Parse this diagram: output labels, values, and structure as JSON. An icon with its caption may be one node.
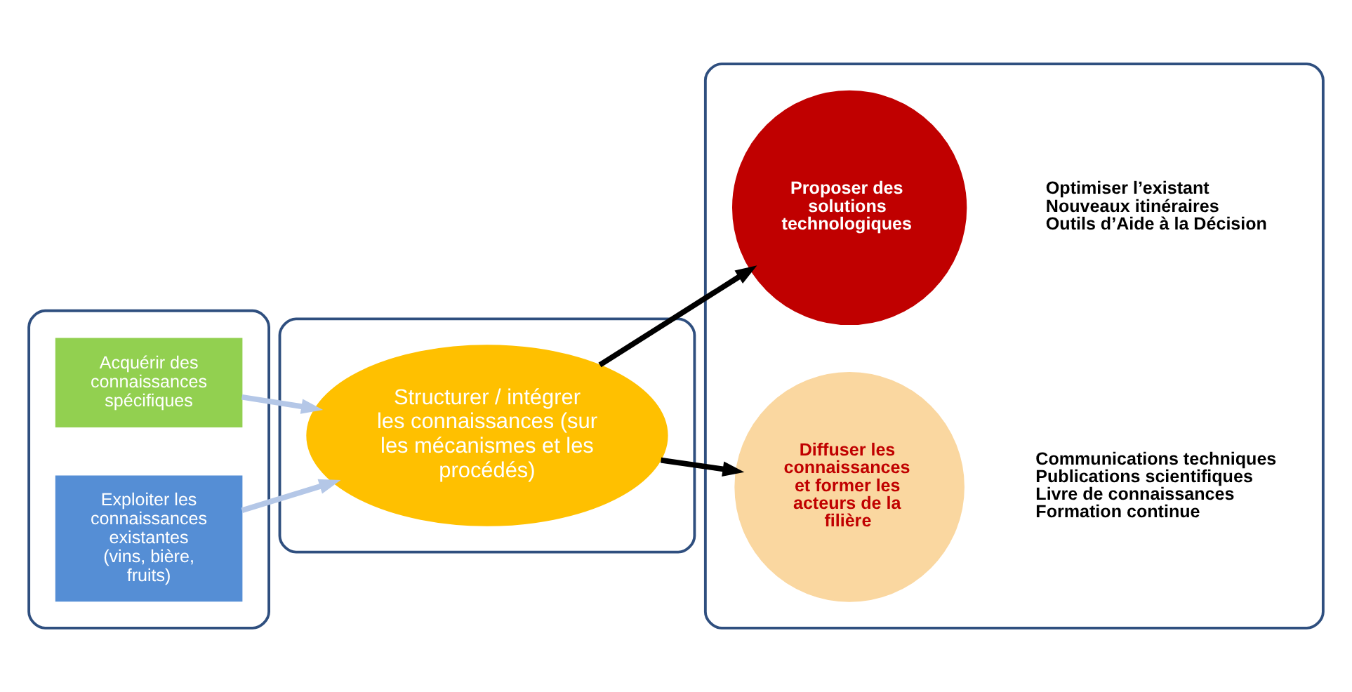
{
  "diagram": {
    "nodes": [
      {
        "text": [],
        "shape": "box"
      },
      {
        "text": [
          "Acquérir des connaissances spécifiques"
        ],
        "in": 0
      },
      {
        "text": [
          "Exploiter les connaissances existantes",
          "(vins, bière, fruits)"
        ],
        "in": 0
      },
      {
        "text": [],
        "shape": "box"
      },
      {
        "text": [
          "Structurer / intégrer les connaissances (sur les mécanismes et les procédés)"
        ],
        "in": 3
      },
      {
        "text": [],
        "shape": "box"
      },
      {
        "text": [
          "Proposer des solutions technologiques"
        ],
        "in": 5,
        "beside": [
          "Optimiser l’existant",
          "Nouveaux itinéraires",
          "Outils d’Aide à la Décision"
        ]
      },
      {
        "text": [
          "Diffuser les connaissances et former les acteurs de la filière"
        ],
        "in": 5,
        "beside": [
          "Communications techniques",
          "Publications scientifiques",
          "Livre de connaissances",
          "Formation continue"
        ]
      }
    ],
    "edges": [
      {
        "from": 1,
        "to": 4,
        "arrow": "to",
        "color": "#b4c7e7"
      },
      {
        "from": 2,
        "to": 4,
        "arrow": "to",
        "color": "#b4c7e7"
      },
      {
        "from": 4,
        "to": 6,
        "arrow": "to",
        "color": "#000000"
      },
      {
        "from": 4,
        "to": 7,
        "arrow": "to",
        "color": "#000000"
      }
    ]
  }
}
